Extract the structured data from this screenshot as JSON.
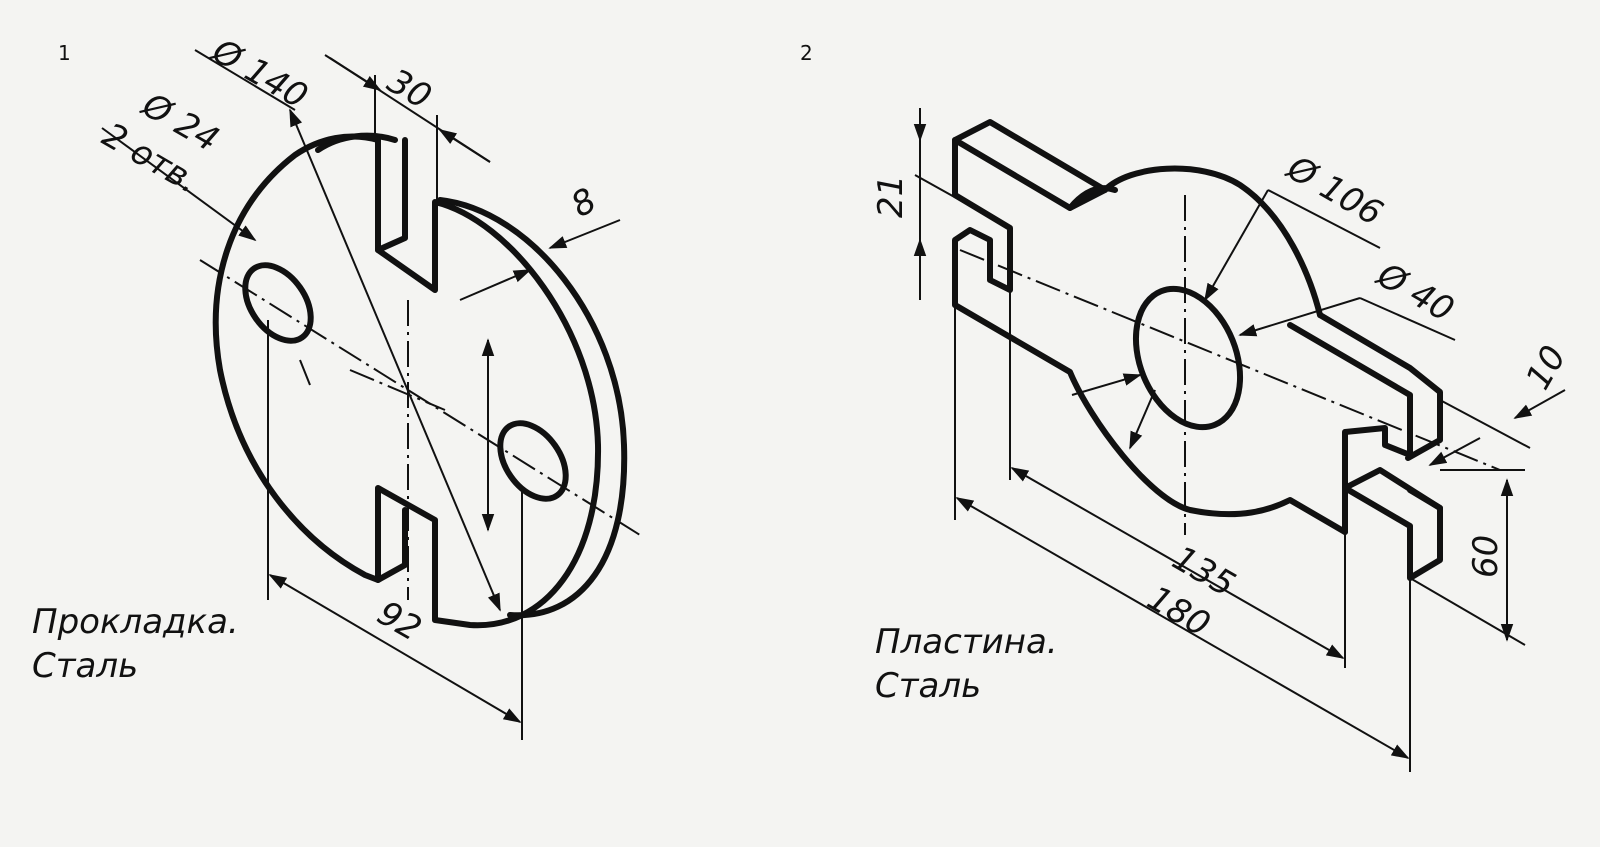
{
  "figures": [
    {
      "number": "1",
      "caption_line1": "Прокладка.",
      "caption_line2": "Сталь",
      "dims": {
        "outer_dia": "Ø 140",
        "slot_width": "30",
        "hole_dia": "Ø 24",
        "hole_note": "2 отв.",
        "thickness": "8",
        "hole_spacing": "92"
      }
    },
    {
      "number": "2",
      "caption_line1": "Пластина.",
      "caption_line2": "Сталь",
      "dims": {
        "boss_dia": "Ø 106",
        "hole_dia": "Ø 40",
        "ear_height": "21",
        "thickness": "10",
        "width": "60",
        "inner_length": "135",
        "total_length": "180"
      }
    }
  ]
}
